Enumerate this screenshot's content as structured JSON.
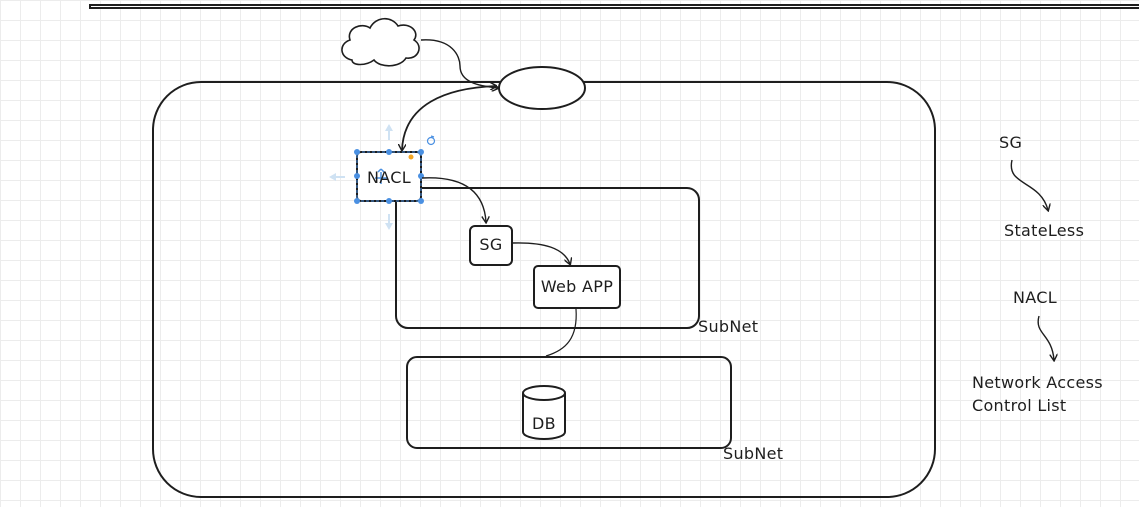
{
  "diagram": {
    "nodes": {
      "nacl": "NACL",
      "sg": "SG",
      "web_app": "Web APP",
      "db": "DB"
    },
    "subnet_labels": [
      "SubNet",
      "SubNet"
    ],
    "legend": {
      "sg_term": "SG",
      "sg_desc": "StateLess",
      "nacl_term": "NACL",
      "nacl_desc": "Network Access\nControl List"
    },
    "colors": {
      "stroke": "#1e1e1e",
      "selection": "#4a90e2",
      "handle_accent": "#f5a623",
      "grid": "#ececec"
    }
  }
}
